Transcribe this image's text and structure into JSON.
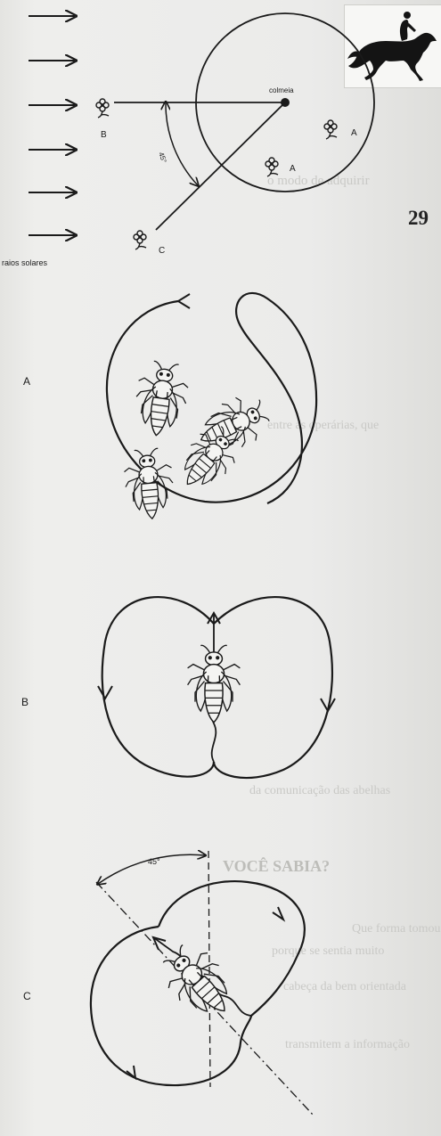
{
  "page": {
    "page_number": "29"
  },
  "diagram_top": {
    "hive_label": "colmeia",
    "sun_rays_label": "raios solares",
    "flower_labels": {
      "b": "B",
      "c": "C",
      "a_inside": "A",
      "a_edge": "A"
    },
    "angle_label": "45°"
  },
  "dances": {
    "a_label": "A",
    "b_label": "B",
    "c_label": "C",
    "c_angle_label": "45°"
  },
  "background_text": {
    "heading": "VOCÊ SABIA?",
    "line_1": "o modo de adquirir",
    "line_2": "Que forma tomou",
    "line_3": "porque se sentia muito",
    "line_4": "cabeça da bem orientada",
    "line_5": "da comunicação das abelhas",
    "line_6": "entre as operárias, que",
    "line_7": "transmitem a informação"
  },
  "colors": {
    "paper": "#e9e9e7",
    "ink": "#1a1a1a",
    "bleed_text": "#c9c9c6"
  }
}
